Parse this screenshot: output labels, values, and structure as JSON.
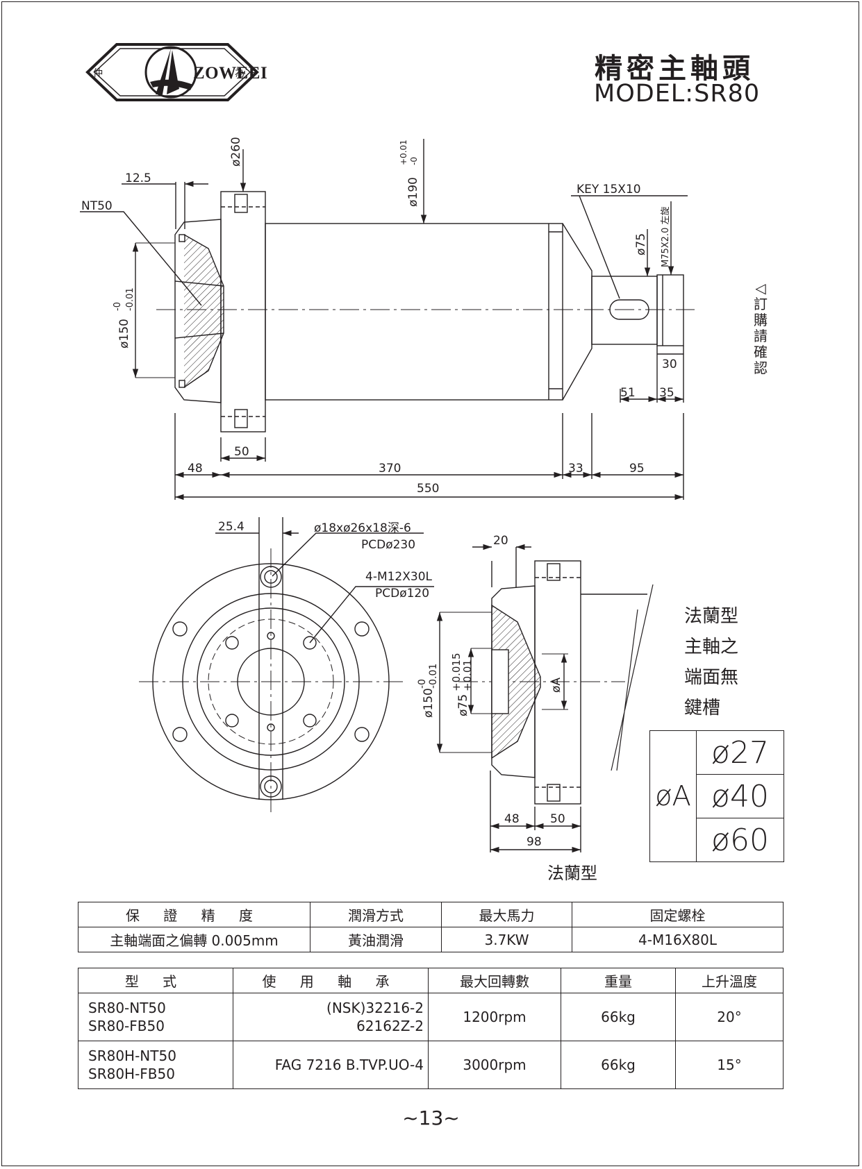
{
  "brand": {
    "name": "ZOWEEI",
    "logo_chars": [
      "仲",
      "為"
    ]
  },
  "title": {
    "cn": "精密主軸頭",
    "model": "MODEL:SR80"
  },
  "side_view": {
    "dims": {
      "d260": "ø260",
      "d190": "ø190",
      "d190_tol_top": "+0.01",
      "d190_tol_bot": "-0",
      "d150": "ø150",
      "d150_tol_top": "-0",
      "d150_tol_bot": "-0.01",
      "d75": "ø75",
      "thread": "M75X2.0 左旋",
      "key": "KEY 15X10",
      "nt50": "NT50",
      "w12_5": "12.5",
      "w30": "30",
      "w51": "51",
      "w35": "35",
      "w50": "50",
      "w48": "48",
      "w370": "370",
      "w33": "33",
      "w95": "95",
      "w550": "550"
    },
    "note": [
      "◁",
      "訂",
      "購",
      "請",
      "確",
      "認"
    ]
  },
  "front_view": {
    "w25_4": "25.4",
    "hole1": "ø18xø26x18深-6",
    "pcd1": "PCDø230",
    "hole2": "4-M12X30L",
    "pcd2": "PCDø120"
  },
  "flange_view": {
    "w20": "20",
    "d150": "ø150",
    "d150_tol_top": "-0",
    "d150_tol_bot": "-0.01",
    "d75": "ø75",
    "d75_tol_top": "+0.015",
    "d75_tol_bot": "+0.01",
    "dA": "øA",
    "w48": "48",
    "w50": "50",
    "w98": "98",
    "caption": "法蘭型",
    "note": [
      "法蘭型",
      "主軸之",
      "端面無",
      "鍵槽"
    ]
  },
  "phi_table": {
    "label": "øA",
    "values": [
      "ø27",
      "ø40",
      "ø60"
    ]
  },
  "spec1": {
    "headers": [
      "保 證 精 度",
      "潤滑方式",
      "最大馬力",
      "固定螺栓"
    ],
    "values": [
      "主軸端面之偏轉 0.005mm",
      "黃油潤滑",
      "3.7KW",
      "4-M16X80L"
    ]
  },
  "spec2": {
    "headers": [
      "型 式",
      "使 用 軸 承",
      "最大回轉數",
      "重量",
      "上升溫度"
    ],
    "rows": [
      {
        "models": [
          "SR80-NT50",
          "SR80-FB50"
        ],
        "bearing": [
          "(NSK)32216-2",
          "62162Z-2"
        ],
        "rpm": "1200rpm",
        "weight": "66kg",
        "temp": "20°"
      },
      {
        "models": [
          "SR80H-NT50",
          "SR80H-FB50"
        ],
        "bearing": [
          "FAG 7216 B.TVP.UO-4"
        ],
        "rpm": "3000rpm",
        "weight": "66kg",
        "temp": "15°"
      }
    ]
  },
  "page_no": "~13~"
}
